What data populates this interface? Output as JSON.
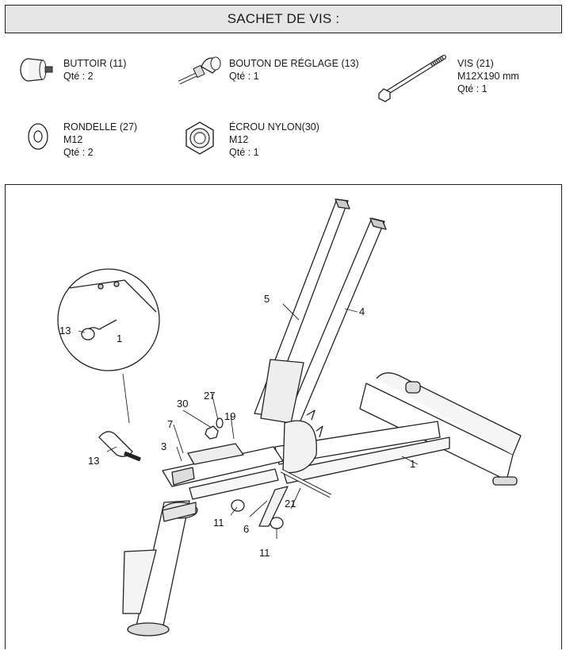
{
  "header": {
    "title": "SACHET DE VIS :"
  },
  "parts": [
    {
      "name": "BUTTOIR (11)",
      "spec": "",
      "qty": "Qté : 2",
      "icon": "bumper-icon"
    },
    {
      "name": "BOUTON DE RÉGLAGE (13)",
      "spec": "",
      "qty": "Qté : 1",
      "icon": "adjustment-knob-icon"
    },
    {
      "name": "VIS (21)",
      "spec": "M12X190 mm",
      "qty": "Qté : 1",
      "icon": "bolt-icon"
    },
    {
      "name": "RONDELLE (27)",
      "spec": "M12",
      "qty": "Qté : 2",
      "icon": "washer-icon"
    },
    {
      "name": "ÉCROU NYLON(30)",
      "spec": "M12",
      "qty": "Qté : 1",
      "icon": "nylon-nut-icon"
    }
  ],
  "diagram": {
    "labels": {
      "l1": "1",
      "l3": "3",
      "l4": "4",
      "l5": "5",
      "l6": "6",
      "l7": "7",
      "l11a": "11",
      "l11b": "11",
      "l13a": "13",
      "l13b": "13",
      "l19": "19",
      "l21": "21",
      "l27": "27",
      "l30": "30",
      "l1_zoom": "1"
    }
  }
}
